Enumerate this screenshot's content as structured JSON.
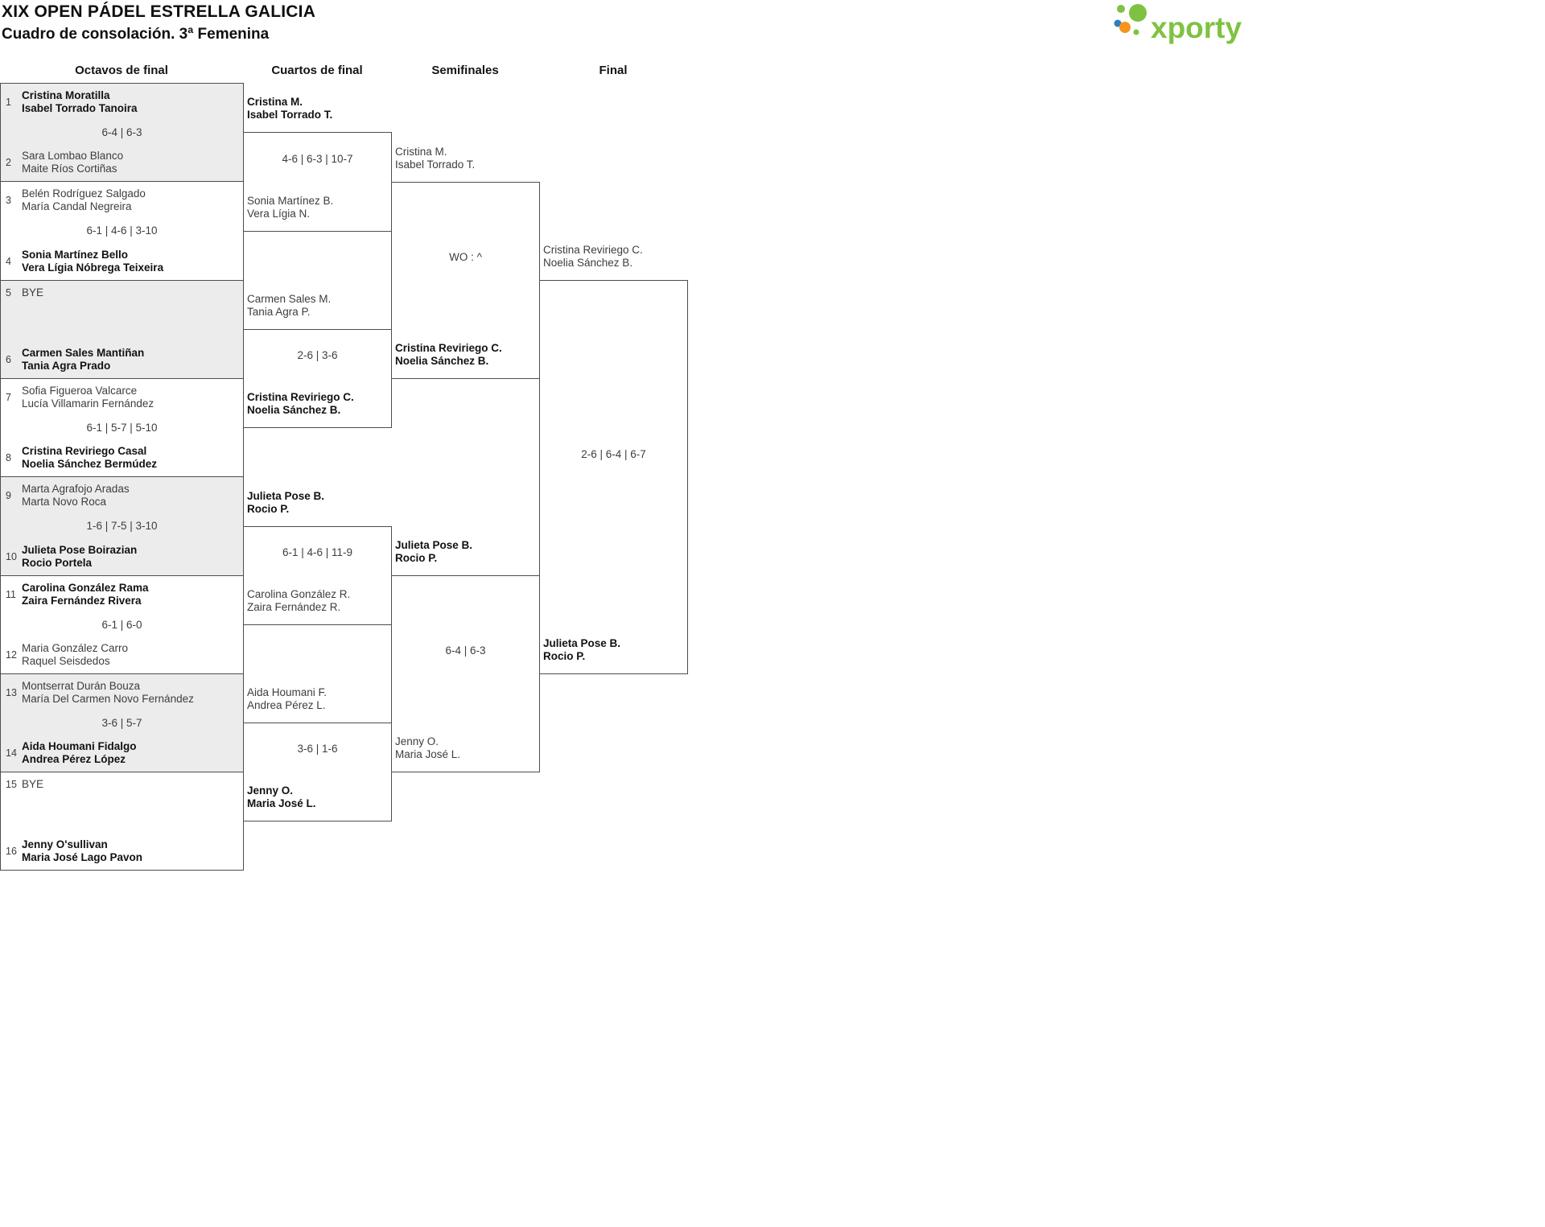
{
  "header": {
    "title": "XIX OPEN PÁDEL ESTRELLA GALICIA",
    "subtitle": "Cuadro de consolación. 3ª Femenina",
    "logo_text": "xporty"
  },
  "rounds": [
    "Octavos de final",
    "Cuartos de final",
    "Semifinales",
    "Final"
  ],
  "colors": {
    "brand_green": "#7fc241",
    "dot_orange": "#f7941e",
    "dot_blue": "#2a7fc1",
    "row_alt_gray": "#ececec",
    "line": "#4d4d4d"
  },
  "bracket": {
    "r16": [
      {
        "seed_top": "1",
        "top": [
          "Cristina Moratilla",
          "Isabel Torrado Tanoira"
        ],
        "score": "6-4 | 6-3",
        "seed_bottom": "2",
        "bottom": [
          "Sara Lombao Blanco",
          "Maite Ríos Cortiñas"
        ],
        "winner": "top"
      },
      {
        "seed_top": "3",
        "top": [
          "Belén Rodríguez Salgado",
          "María Candal Negreira"
        ],
        "score": "6-1 | 4-6 | 3-10",
        "seed_bottom": "4",
        "bottom": [
          "Sonia Martínez Bello",
          "Vera Lígia Nóbrega Teixeira"
        ],
        "winner": "bottom"
      },
      {
        "seed_top": "5",
        "top": [
          "BYE"
        ],
        "score": "",
        "seed_bottom": "6",
        "bottom": [
          "Carmen Sales Mantiñan",
          "Tania Agra Prado"
        ],
        "winner": "bottom"
      },
      {
        "seed_top": "7",
        "top": [
          "Sofia Figueroa Valcarce",
          "Lucía Villamarin Fernández"
        ],
        "score": "6-1 | 5-7 | 5-10",
        "seed_bottom": "8",
        "bottom": [
          "Cristina Reviriego Casal",
          "Noelia Sánchez Bermúdez"
        ],
        "winner": "bottom"
      },
      {
        "seed_top": "9",
        "top": [
          "Marta Agrafojo Aradas",
          "Marta Novo Roca"
        ],
        "score": "1-6 | 7-5 | 3-10",
        "seed_bottom": "10",
        "bottom": [
          "Julieta Pose Boirazian",
          "Rocio Portela"
        ],
        "winner": "bottom"
      },
      {
        "seed_top": "11",
        "top": [
          "Carolina González Rama",
          "Zaira Fernández Rivera"
        ],
        "score": "6-1 | 6-0",
        "seed_bottom": "12",
        "bottom": [
          "Maria González Carro",
          "Raquel Seisdedos"
        ],
        "winner": "top"
      },
      {
        "seed_top": "13",
        "top": [
          "Montserrat Durán Bouza",
          "María Del Carmen Novo Fernández"
        ],
        "score": "3-6 | 5-7",
        "seed_bottom": "14",
        "bottom": [
          "Aida Houmani Fidalgo",
          "Andrea Pérez López"
        ],
        "winner": "bottom"
      },
      {
        "seed_top": "15",
        "top": [
          "BYE"
        ],
        "score": "",
        "seed_bottom": "16",
        "bottom": [
          "Jenny O'sullivan",
          "Maria José Lago Pavon"
        ],
        "winner": "bottom"
      }
    ],
    "qf": [
      {
        "top": [
          "Cristina M.",
          "Isabel Torrado T."
        ],
        "score": "4-6 | 6-3 | 10-7",
        "bottom": [
          "Sonia Martínez B.",
          "Vera Lígia N."
        ],
        "winner": "top"
      },
      {
        "top": [
          "Carmen Sales M.",
          "Tania Agra P."
        ],
        "score": "2-6 | 3-6",
        "bottom": [
          "Cristina Reviriego C.",
          "Noelia Sánchez B."
        ],
        "winner": "bottom"
      },
      {
        "top": [
          "Julieta Pose B.",
          "Rocio P."
        ],
        "score": "6-1 | 4-6 | 11-9",
        "bottom": [
          "Carolina González R.",
          "Zaira Fernández R."
        ],
        "winner": "top"
      },
      {
        "top": [
          "Aida Houmani F.",
          "Andrea Pérez L."
        ],
        "score": "3-6 | 1-6",
        "bottom": [
          "Jenny O.",
          "Maria José L."
        ],
        "winner": "bottom"
      }
    ],
    "sf": [
      {
        "top": [
          "Cristina M.",
          "Isabel Torrado T."
        ],
        "score": "WO : ^",
        "bottom": [
          "Cristina Reviriego C.",
          "Noelia Sánchez B."
        ],
        "winner": "bottom"
      },
      {
        "top": [
          "Julieta Pose B.",
          "Rocio P."
        ],
        "score": "6-4 | 6-3",
        "bottom": [
          "Jenny O.",
          "Maria José L."
        ],
        "winner": "top"
      }
    ],
    "final": [
      {
        "top": [
          "Cristina Reviriego C.",
          "Noelia Sánchez B."
        ],
        "score": "2-6 | 6-4 | 6-7",
        "bottom": [
          "Julieta Pose B.",
          "Rocio P."
        ],
        "winner": "bottom"
      }
    ]
  }
}
